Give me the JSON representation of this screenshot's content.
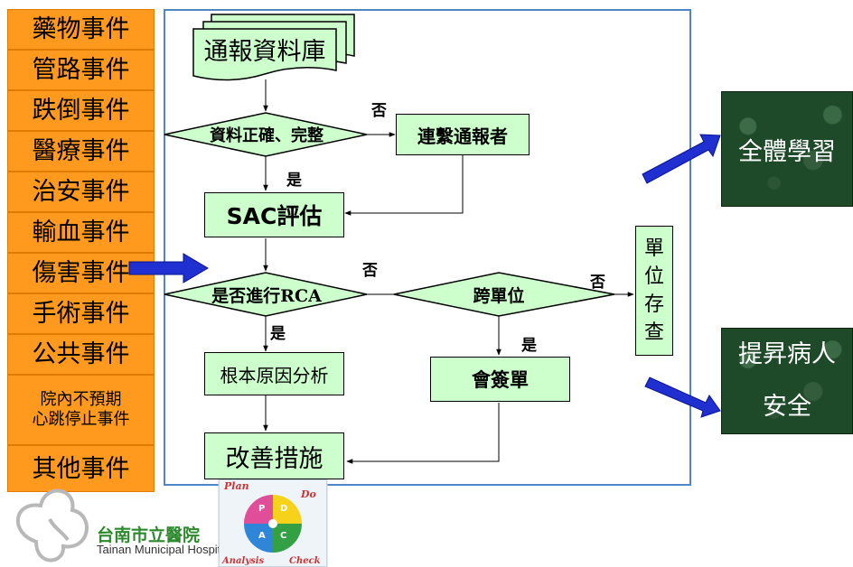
{
  "categories": [
    {
      "label": "藥物事件"
    },
    {
      "label": "管路事件"
    },
    {
      "label": "跌倒事件"
    },
    {
      "label": "醫療事件"
    },
    {
      "label": "治安事件"
    },
    {
      "label": "輸血事件"
    },
    {
      "label": "傷害事件"
    },
    {
      "label": "手術事件"
    },
    {
      "label": "公共事件"
    },
    {
      "label_line1": "院內不預期",
      "label_line2": "心跳停止事件"
    },
    {
      "label": "其他事件"
    }
  ],
  "flow": {
    "database": "通報資料庫",
    "check_data": "資料正確、完整",
    "contact_reporter": "連繫通報者",
    "sac": "SAC評估",
    "rca_decision": "是否進行RCA",
    "cross_unit": "跨單位",
    "unit_archive": [
      "單",
      "位",
      "存",
      "查"
    ],
    "root_cause": "根本原因分析",
    "countersign": "會簽單",
    "improvement": "改善措施",
    "yes": "是",
    "no": "否"
  },
  "outcomes": {
    "learning": "全體學習",
    "safety_line1": "提昇病人",
    "safety_line2": "安全"
  },
  "logo": {
    "name": "台南市立醫院",
    "english": "Tainan Municipal Hospital"
  },
  "pdca": {
    "plan": "Plan",
    "do": "Do",
    "analysis": "Analysis",
    "check": "Check",
    "p": "P",
    "d": "D",
    "a": "A",
    "c": "C"
  },
  "colors": {
    "category_fill": "#ff9a1e",
    "flow_box_fill": "#ccffcc",
    "panel_border": "#4f86c6",
    "arrow_blue": "#1f2fd0",
    "outcome_fill": "#1f4a2a"
  }
}
